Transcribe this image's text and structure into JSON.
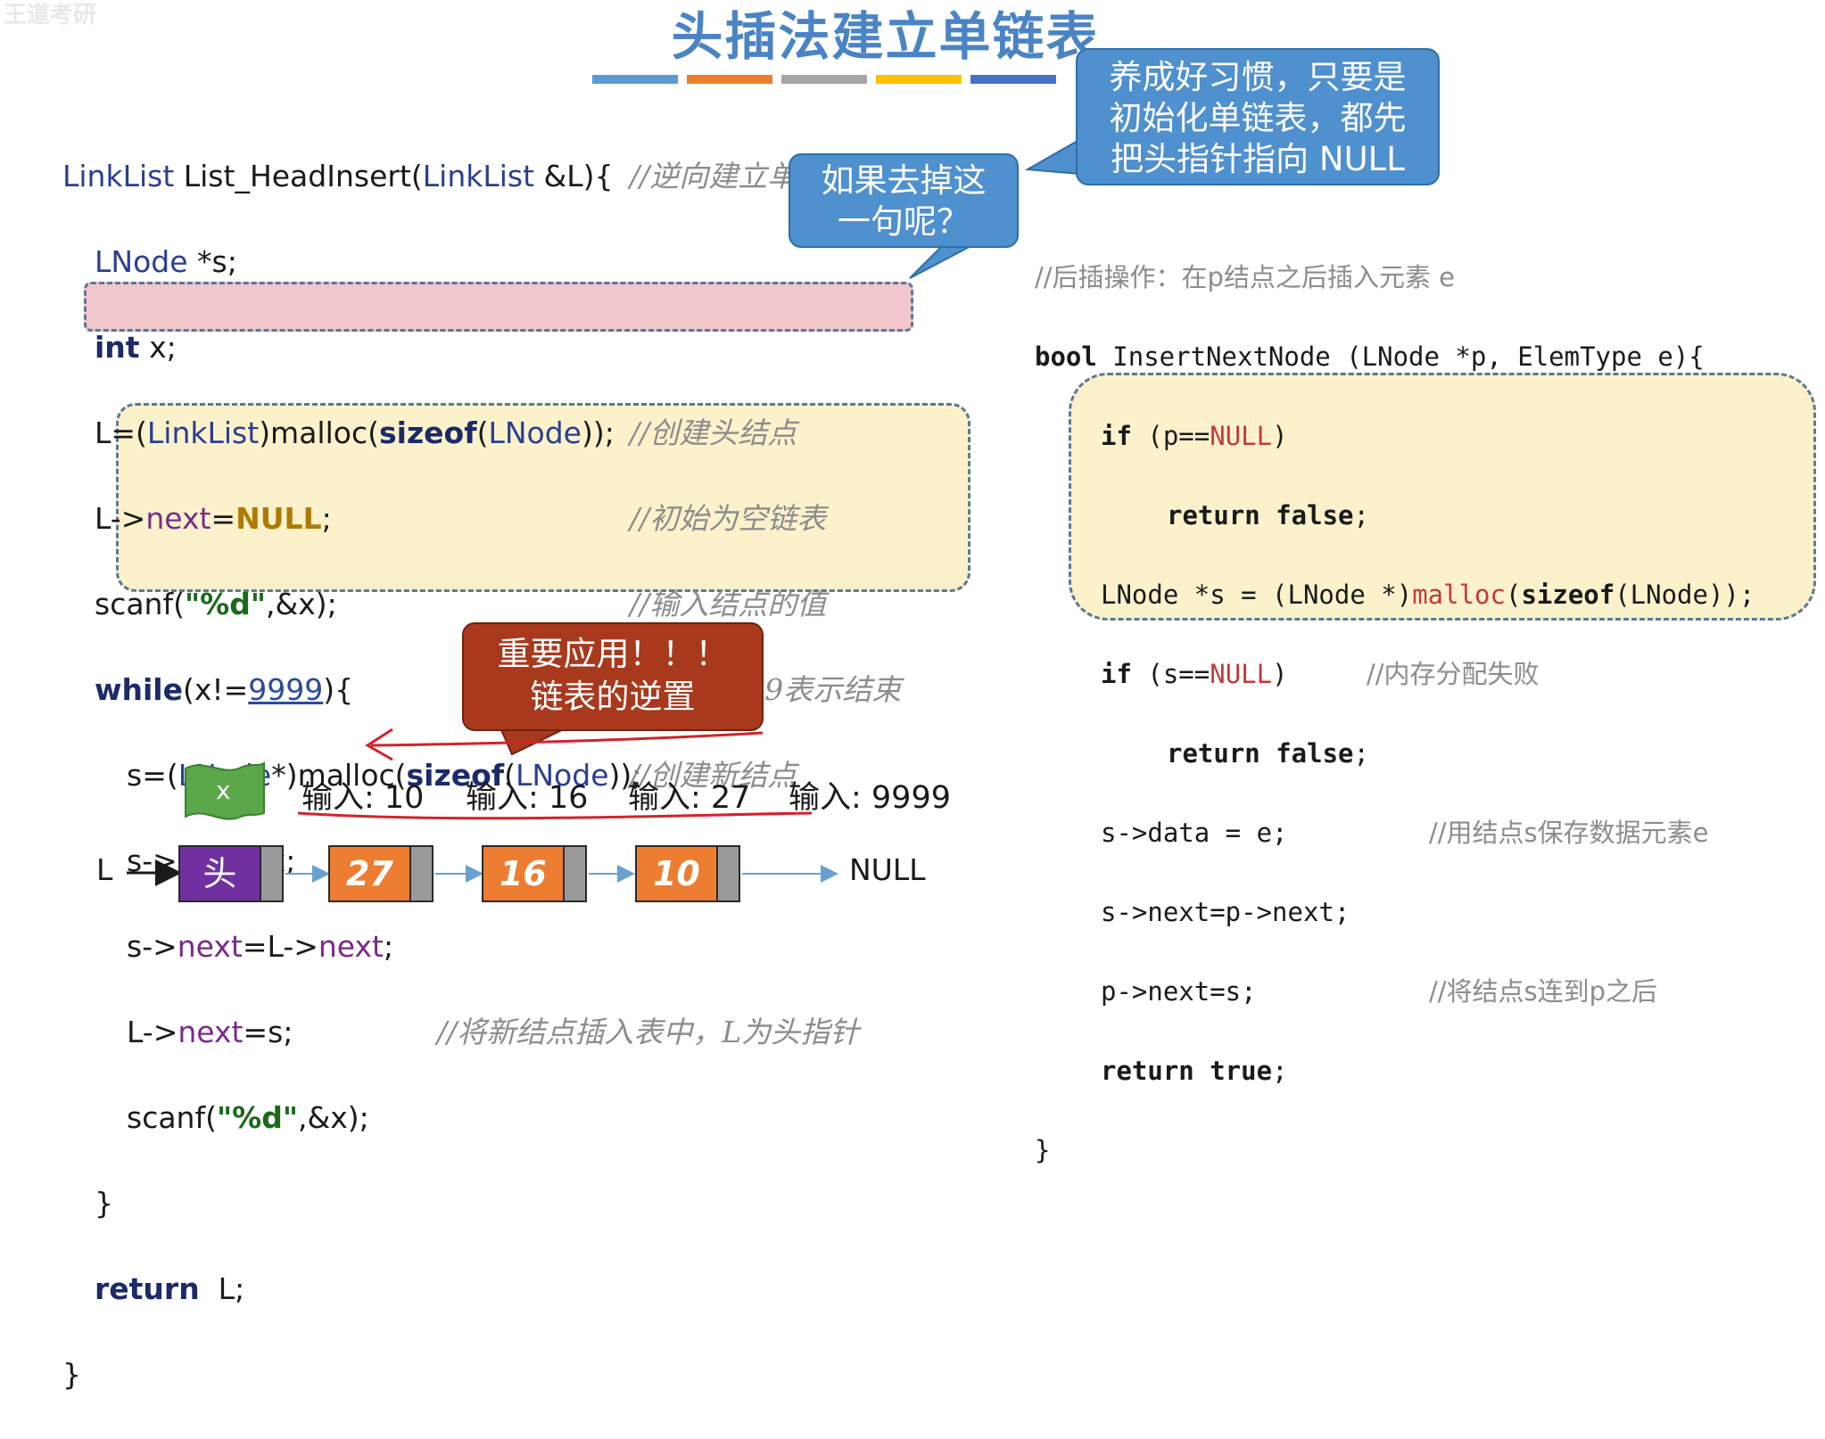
{
  "header": {
    "watermark": "王道考研",
    "title": "头插法建立单链表",
    "strip_colors": [
      "#5b9bd5",
      "#ed7d31",
      "#a5a5a5",
      "#ffc000",
      "#4472c4",
      "#70ad47"
    ]
  },
  "left_code": {
    "line1": {
      "ty1": "LinkList",
      "rest1": " List_HeadInsert(",
      "ty2": "LinkList",
      "rest2": " &L){",
      "comment": "//逆向建立单链表"
    },
    "line2": {
      "ty": "LNode",
      "rest": " *s;"
    },
    "line3": {
      "kw": "int",
      "rest": " x;"
    },
    "line4": {
      "a": "L=(",
      "ty1": "LinkList",
      "b": ")malloc(",
      "kw": "sizeof",
      "c": "(",
      "ty2": "LNode",
      "d": "));",
      "comment": "//创建头结点"
    },
    "line5": {
      "a": "L->",
      "b": "next",
      "c": "=",
      "nul": "NULL",
      "d": ";",
      "comment": "//初始为空链表"
    },
    "line6": {
      "a": "scanf(",
      "str": "\"%d\"",
      "b": ",&x);",
      "comment": "//输入结点的值"
    },
    "line7": {
      "kw": "while",
      "a": "(x!=",
      "num": "9999",
      "b": "){",
      "comment": "//输入9999表示结束"
    },
    "line8": {
      "a": "s=(",
      "ty1": "LNode",
      "b": "*)malloc(",
      "kw": "sizeof",
      "c": "(",
      "ty2": "LNode",
      "d": "));",
      "comment": "//创建新结点"
    },
    "line9": {
      "a": "s->data=x;"
    },
    "line10": {
      "a": "s->",
      "b": "next",
      "c": "=L->",
      "d": "next",
      "e": ";"
    },
    "line11": {
      "a": "L->",
      "b": "next",
      "c": "=s;",
      "comment": "//将新结点插入表中，L为头指针"
    },
    "line12": {
      "a": "scanf(",
      "str": "\"%d\"",
      "b": ",&x);"
    },
    "line13": "}",
    "line14": {
      "kw": "return",
      "rest": "  L;"
    },
    "line15": "}"
  },
  "right_code": {
    "comment_head": "//后插操作：在p结点之后插入元素 e",
    "line1": {
      "kw": "bool",
      "a": " InsertNextNode (LNode *p, ElemType e){"
    },
    "line2": {
      "kw": "if",
      "a": " (p==",
      "red": "NULL",
      "b": ")"
    },
    "line3": {
      "kw": "return false",
      "a": ";"
    },
    "line4": {
      "a": "LNode *s = (LNode *)",
      "red": "malloc",
      "b": "(",
      "kw": "sizeof",
      "c": "(LNode));"
    },
    "line5": {
      "kw": "if",
      "a": " (s==",
      "red": "NULL",
      "b": ")",
      "comment": "//内存分配失败"
    },
    "line6": {
      "kw": "return false",
      "a": ";"
    },
    "line7": {
      "a": "s->data = e;",
      "comment": "//用结点s保存数据元素e"
    },
    "line8": {
      "a": "s->next=p->next;"
    },
    "line9": {
      "a": "p->next=s;",
      "comment": "//将结点s连到p之后"
    },
    "line10": {
      "kw": "return true",
      "a": ";"
    },
    "line11": "}"
  },
  "bubbles": {
    "habit": [
      "养成好习惯，只要是",
      "初始化单链表，都先",
      "把头指针指向 NULL"
    ],
    "remove": [
      "如果去掉这",
      "一句呢？"
    ],
    "important": [
      "重要应用！！！",
      "链表的逆置"
    ]
  },
  "diagram": {
    "flag_label": "x",
    "inputs": [
      "输入: 10",
      "输入: 16",
      "输入: 27",
      "输入: 9999"
    ],
    "head_pointer": "L",
    "head_node": "头",
    "nodes": [
      "27",
      "16",
      "10"
    ],
    "null_label": "NULL",
    "colors": {
      "head": "#7030a0",
      "node": "#ed7d31",
      "pointer": "#9a9a9a",
      "flag": "#5aa84a",
      "arrow": "#6aa0d0"
    }
  }
}
